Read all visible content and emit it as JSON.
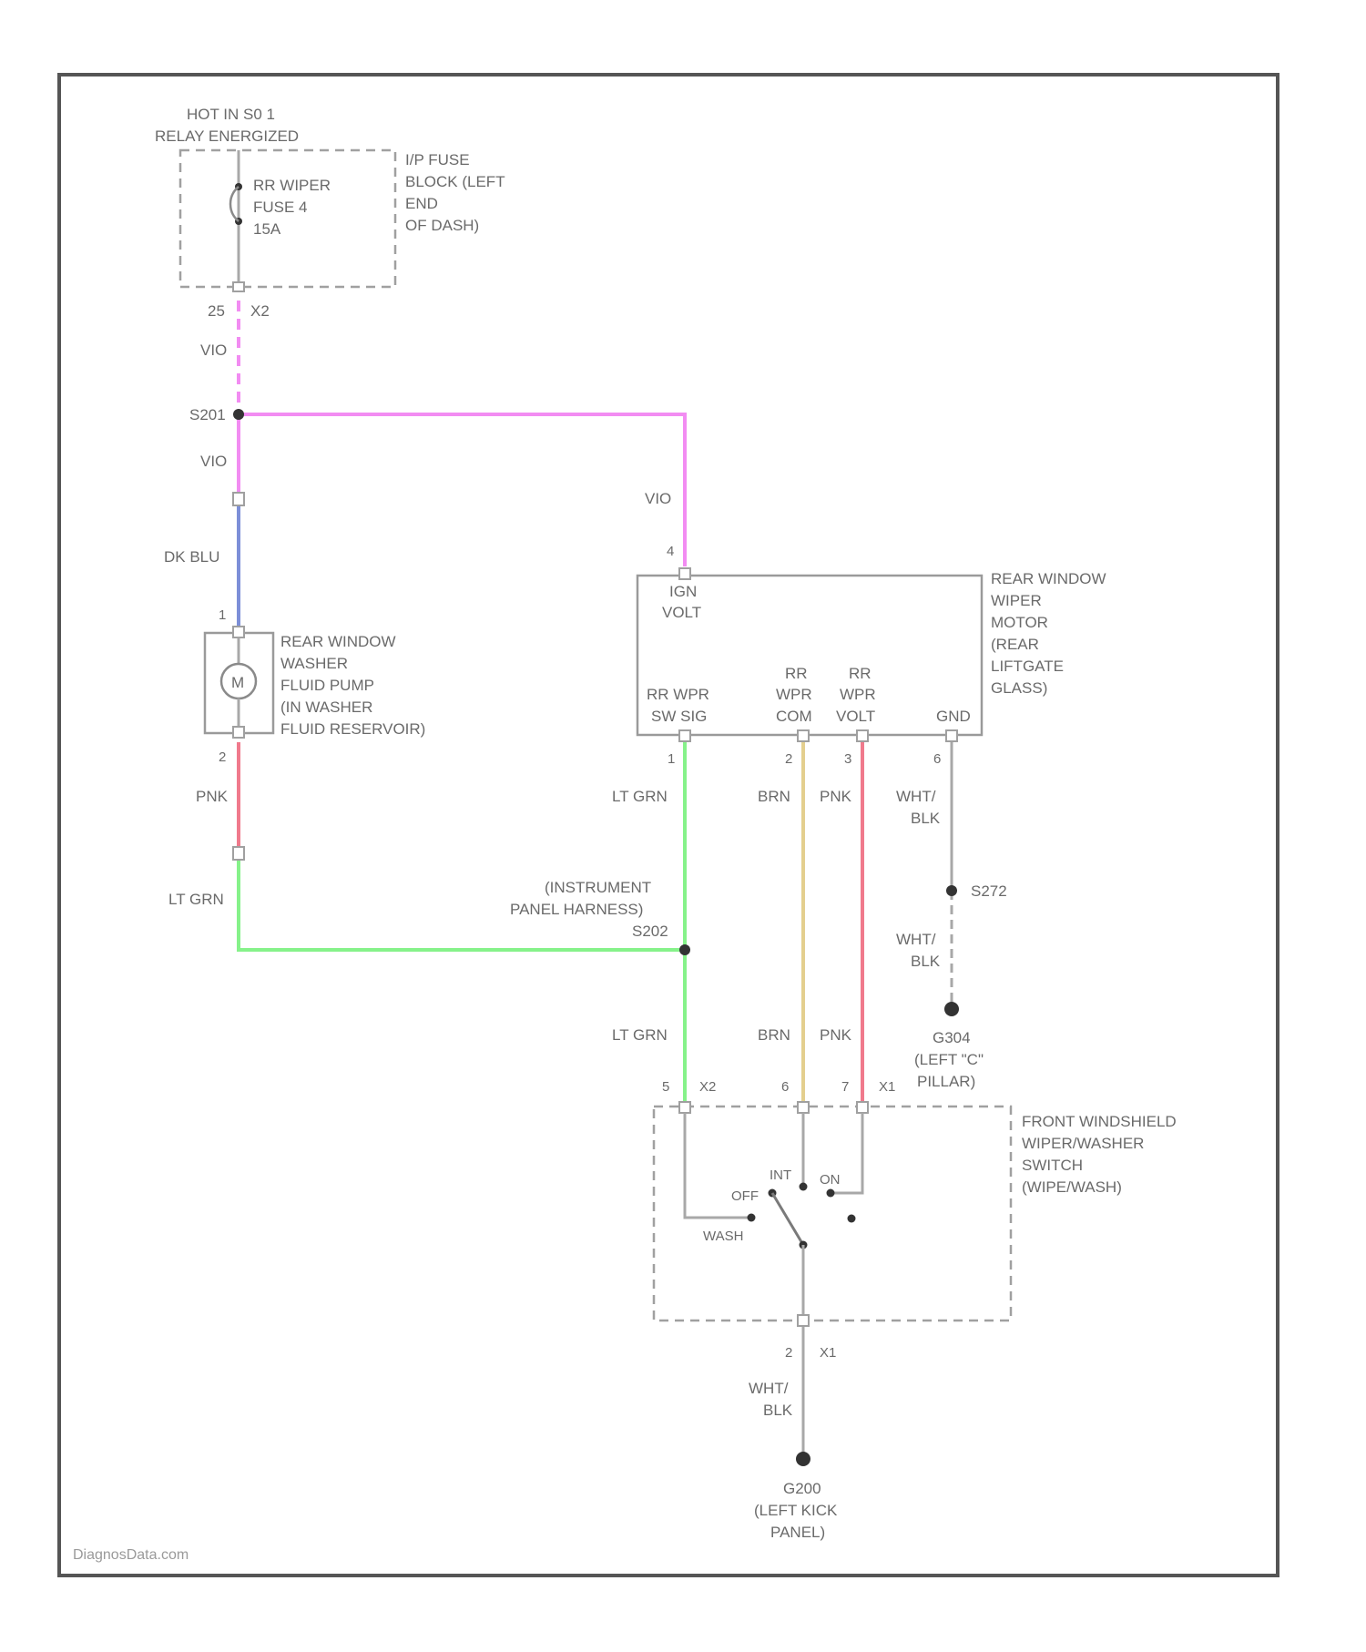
{
  "colors": {
    "violet_wire": "#f28cf2",
    "dark_blue_wire": "#7d8fd8",
    "pink_wire": "#f07a8c",
    "light_green_wire": "#86f28a",
    "brown_wire": "#e4cf8e",
    "white_black_wire": "#a8a8a8"
  },
  "power": {
    "line1": "HOT IN S0 1",
    "line2": "RELAY ENERGIZED"
  },
  "fuse": {
    "line1": "RR WIPER",
    "line2": "FUSE 4",
    "line3": "15A"
  },
  "fuse_block": {
    "line1": "I/P FUSE",
    "line2": "BLOCK (LEFT",
    "line3": "END",
    "line4": "OF DASH)"
  },
  "conn_fuse": {
    "pin": "25",
    "name": "X2"
  },
  "wires": {
    "vio_1": "VIO",
    "vio_2": "VIO",
    "vio_3": "VIO",
    "dk_blu": "DK BLU",
    "pnk_1": "PNK",
    "pnk_2": "PNK",
    "pnk_3": "PNK",
    "lt_grn_1": "LT GRN",
    "lt_grn_2": "LT GRN",
    "lt_grn_3": "LT GRN",
    "brn_1": "BRN",
    "brn_2": "BRN",
    "wht_blk_1a": "WHT/",
    "wht_blk_1b": "BLK",
    "wht_blk_2a": "WHT/",
    "wht_blk_2b": "BLK",
    "wht_blk_3a": "WHT/",
    "wht_blk_3b": "BLK"
  },
  "splices": {
    "s201": "S201",
    "s202": "S202",
    "s272": "S272"
  },
  "pump": {
    "line1": "REAR WINDOW",
    "line2": "WASHER",
    "line3": "FLUID PUMP",
    "line4": "(IN WASHER",
    "line5": "FLUID RESERVOIR)",
    "motor": "M",
    "pin_top": "1",
    "pin_bottom": "2"
  },
  "motor": {
    "line1": "REAR WINDOW",
    "line2": "WIPER",
    "line3": "MOTOR",
    "line4": "(REAR",
    "line5": "LIFTGATE",
    "line6": "GLASS)",
    "pin_top": "4",
    "ign_1": "IGN",
    "ign_2": "VOLT",
    "t1_a": "RR WPR",
    "t1_b": "SW SIG",
    "t2_a": "RR",
    "t2_b": "WPR",
    "t2_c": "COM",
    "t3_a": "RR",
    "t3_b": "WPR",
    "t3_c": "VOLT",
    "t4": "GND",
    "pin1": "1",
    "pin2": "2",
    "pin3": "3",
    "pin6": "6"
  },
  "harness": {
    "line1": "(INSTRUMENT",
    "line2": "PANEL HARNESS)"
  },
  "grounds": {
    "g304_1": "G304",
    "g304_2": "(LEFT \"C\"",
    "g304_3": "PILLAR)",
    "g200_1": "G200",
    "g200_2": "(LEFT KICK",
    "g200_3": "PANEL)"
  },
  "switch": {
    "line1": "FRONT WINDSHIELD",
    "line2": "WIPER/WASHER",
    "line3": "SWITCH",
    "line4": "(WIPE/WASH)",
    "pin5": "5",
    "conn_x2": "X2",
    "pin6": "6",
    "pin7": "7",
    "conn_x1": "X1",
    "off": "OFF",
    "int": "INT",
    "on": "ON",
    "wash": "WASH",
    "pin2": "2",
    "conn_x1_bottom": "X1"
  },
  "watermark": "DiagnosData.com"
}
